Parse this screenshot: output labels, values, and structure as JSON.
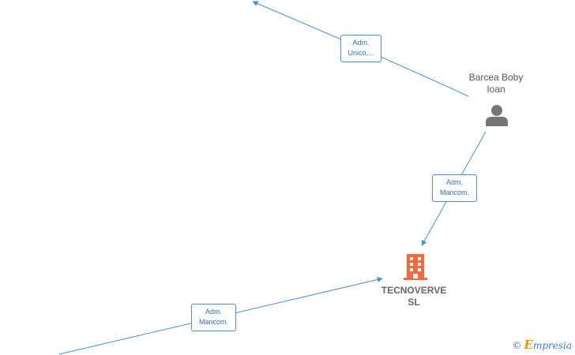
{
  "colors": {
    "edge": "#4a8fd8",
    "label_text": "#2e6fbd",
    "person_icon": "#777777",
    "company_icon": "#f26a3d"
  },
  "nodes": {
    "person": {
      "name_line1": "Barcea Boby",
      "name_line2": "Ioan",
      "icon": "person-icon"
    },
    "company": {
      "name_line1": "TECNOVERVE",
      "name_line2": "SL",
      "icon": "building-icon"
    }
  },
  "edges": [
    {
      "label_line1": "Adm.",
      "label_line2": "Unico,..."
    },
    {
      "label_line1": "Adm.",
      "label_line2": "Mancom."
    },
    {
      "label_line1": "Adm.",
      "label_line2": "Mancom."
    }
  ],
  "brand": {
    "copyright": "©",
    "initial": "E",
    "rest": "mpresia"
  }
}
